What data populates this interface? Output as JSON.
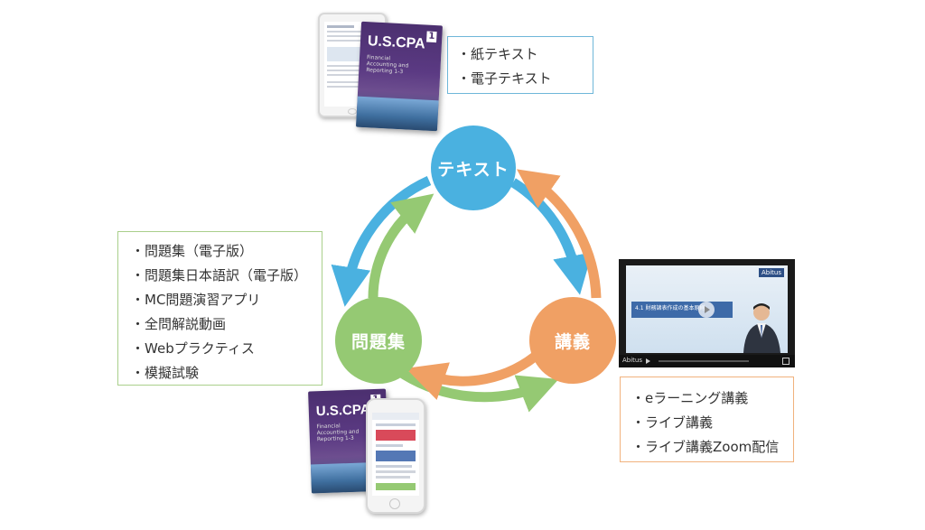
{
  "nodes": {
    "text": {
      "label": "テキスト",
      "color": "#4ab1e0"
    },
    "lecture": {
      "label": "講義",
      "color": "#f0a064"
    },
    "problems": {
      "label": "問題集",
      "color": "#95c973"
    }
  },
  "text_box": {
    "items": [
      "紙テキスト",
      "電子テキスト"
    ],
    "border": "#6fb7d9"
  },
  "problem_box": {
    "items": [
      "問題集（電子版）",
      "問題集日本語訳（電子版）",
      "MC問題演習アプリ",
      "全問解説動画",
      "Webプラクティス",
      "模擬試験"
    ],
    "border": "#a9cf8b"
  },
  "lecture_box": {
    "items": [
      "eラーニング講義",
      "ライブ講義",
      "ライブ講義Zoom配信"
    ],
    "border": "#f1b27d"
  },
  "book": {
    "title": "U.S.CPA",
    "subtitle": "Financial Accounting and Reporting 1-3",
    "number": "1"
  },
  "video": {
    "brand": "Abitus",
    "caption": "4.1 財務諸表作成の基本原則"
  }
}
